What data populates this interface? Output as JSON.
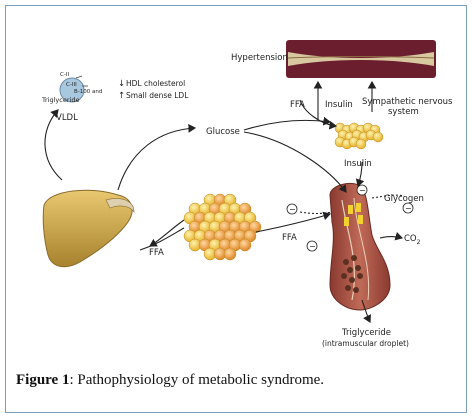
{
  "labels": {
    "hypertension": "Hypertension",
    "ffa_top": "FFA",
    "insulin_top": "Insulin",
    "sympathetic_line1": "Sympathetic nervous",
    "sympathetic_line2": "system",
    "insulin_bottom": "Insulin",
    "glucose": "Glucose",
    "c2": "C-II",
    "c3": "C-III",
    "b100": "B-100 and",
    "triglyceride_vldl": "Triglyceride",
    "vldl": "VLDL",
    "hdl_arrow": "↓",
    "hdl": "HDL cholesterol",
    "ldl_arrow": "↑",
    "ldl": "Small dense LDL",
    "ffa_left": "FFA",
    "ffa_mid": "FFA",
    "glycogen": "Glycogen",
    "co2": "CO",
    "co2_sub": "2",
    "minus1": "−",
    "minus2": "−",
    "minus3": "−",
    "minus4": "−",
    "triglyceride_muscle": "Triglyceride",
    "intramuscular": "(intramuscular droplet)"
  },
  "caption": {
    "prefix": "Figure 1",
    "text": ": Pathophysiology of metabolic syndrome."
  },
  "colors": {
    "vessel": "#6b1e2e",
    "vessel_inner": "#d8c8a0",
    "liver": "#c9a24a",
    "pancreas": "#e8b840",
    "adipose": "#f2c94c",
    "muscle": "#b35a4a",
    "vldl": "#a8c8e0"
  }
}
